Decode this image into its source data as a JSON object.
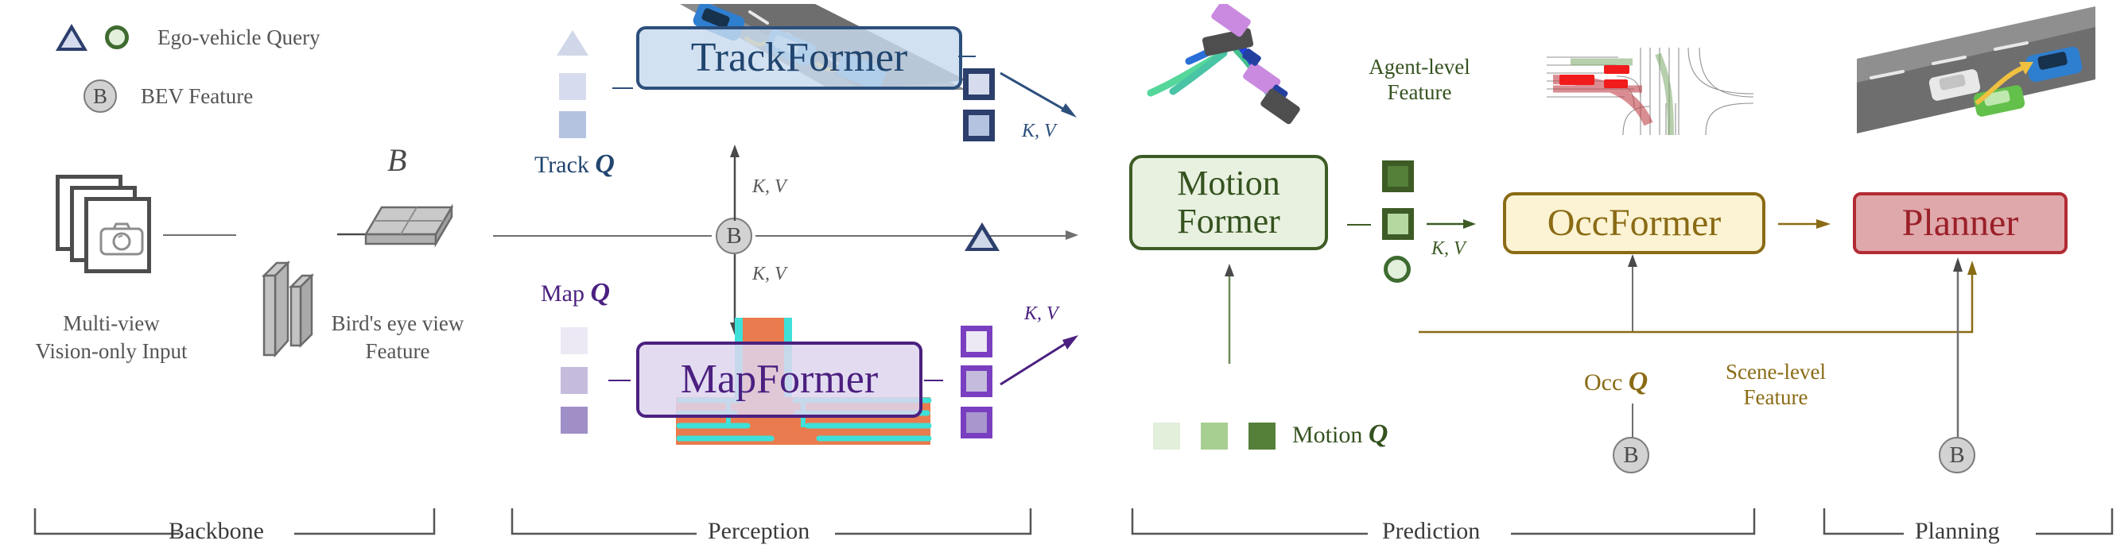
{
  "legend": {
    "items": [
      {
        "icons": [
          "triangle-outline-blue",
          "circle-outline-green"
        ],
        "label": "Ego-vehicle Query"
      },
      {
        "icons": [
          "bev-circle"
        ],
        "badge": "B",
        "label": "BEV Feature"
      }
    ]
  },
  "backbone": {
    "input_label_line1": "Multi-view",
    "input_label_line2": "Vision-only Input",
    "output_label_line1": "Bird's eye view",
    "output_label_line2": "Feature",
    "bev_symbol": "B",
    "stage_label": "Backbone"
  },
  "perception": {
    "stage_label": "Perception",
    "bev_badge": "B",
    "kv_label": "K, V",
    "track": {
      "query_label_prefix": "Track ",
      "query_label_symbol": "Q",
      "module_name": "TrackFormer",
      "kv_label": "K, V",
      "input_chips": [
        "triangle-light",
        "square-light",
        "square-mid"
      ],
      "output_chips": [
        "triangle-outline",
        "square-outline-light",
        "square-outline-mid"
      ],
      "accent": "#2c4f7c"
    },
    "map": {
      "query_label_prefix": "Map ",
      "query_label_symbol": "Q",
      "module_name": "MapFormer",
      "kv_label": "K, V",
      "input_chips": [
        "square-lightest",
        "square-light",
        "square-mid"
      ],
      "output_chips": [
        "square-outline-lightest",
        "square-outline-light",
        "square-outline-mid"
      ],
      "accent": "#4b2080"
    }
  },
  "prediction": {
    "stage_label": "Prediction",
    "motion": {
      "module_name_line1": "Motion",
      "module_name_line2": "Former",
      "query_label_prefix": "Motion ",
      "query_label_symbol": "Q",
      "query_chips": [
        "green-lightest",
        "green-light",
        "green-dark"
      ],
      "accent": "#3d5c25"
    },
    "agent_feature": {
      "label_line1": "Agent-level",
      "label_line2": "Feature",
      "chips": [
        "square-outline-dark-green",
        "square-outline-light-green",
        "circle-outline-green"
      ],
      "kv_label": "K, V"
    },
    "occ": {
      "module_name": "OccFormer",
      "query_label_prefix": "Occ ",
      "query_label_symbol": "Q",
      "bev_badge": "B",
      "accent": "#8a6b15"
    },
    "scene_feature": {
      "label_line1": "Scene-level",
      "label_line2": "Feature"
    }
  },
  "planning": {
    "stage_label": "Planning",
    "module_name": "Planner",
    "bev_badge": "B",
    "accent": "#b22b33"
  },
  "colors": {
    "track_accent": "#2c4f7c",
    "map_accent": "#4b2080",
    "motion_accent": "#3d5c25",
    "occ_accent": "#8a6b15",
    "planner_accent": "#b22b33",
    "bev_grey": "#d2d2d2",
    "line_grey": "#6f6f6f"
  }
}
